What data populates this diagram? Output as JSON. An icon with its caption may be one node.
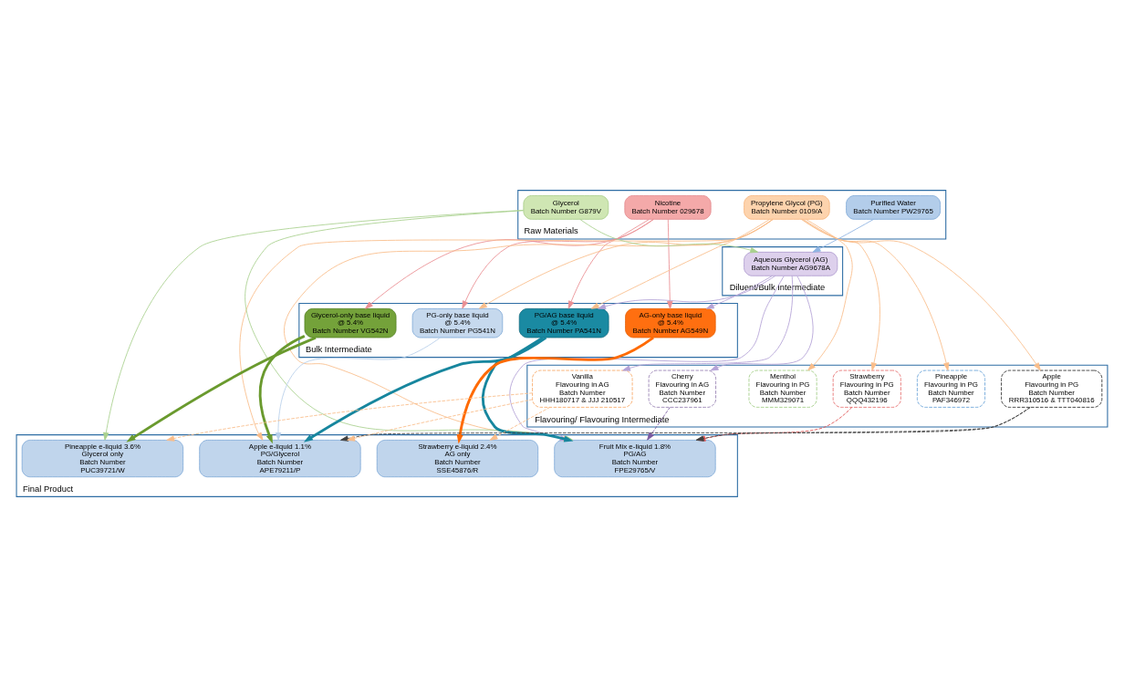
{
  "diagram": {
    "nodes": [
      {
        "text": [
          "Raw Materials"
        ]
      },
      {
        "text": [
          "Diluent/Bulk Intermediate"
        ]
      },
      {
        "text": [
          "Bulk Intermediate"
        ]
      },
      {
        "text": [
          "Flavouring/ Flavouring Intermediate"
        ]
      },
      {
        "text": [
          "Final Product"
        ]
      },
      {
        "text": [
          "Nicotine",
          "Batch Number 029678"
        ],
        "in": 0
      },
      {
        "text": [
          "Propylene Glycol (PG)",
          "Batch Number 0109/A"
        ],
        "in": 0
      },
      {
        "text": [
          "Glycerol",
          "Batch Number G879V"
        ],
        "in": 0
      },
      {
        "text": [
          "Purified Water",
          "Batch Number PW29765"
        ],
        "in": 0
      },
      {
        "text": [
          "Aqueous Glycerol (AG)",
          "Batch Number AG9678A"
        ],
        "in": 1
      },
      {
        "text": [
          "PG-only base liquid",
          "@ 5.4%",
          "Batch Number PG541N"
        ],
        "in": 2
      },
      {
        "text": [
          "Glycerol-only base liquid",
          "@ 5.4%",
          "Batch Number VG542N"
        ],
        "in": 2
      },
      {
        "text": [
          "PG/AG base liquid",
          "@ 5.4%",
          "Batch Number PA541N"
        ],
        "in": 2
      },
      {
        "text": [
          "AG-only base liquid",
          "@ 5.4%",
          "Batch Number AG549N"
        ],
        "in": 2
      },
      {
        "text": [
          "Menthol",
          "Flavouring in PG",
          "Batch Number",
          "MMM329071"
        ],
        "in": 3
      },
      {
        "text": [
          "Strawberry",
          "Flavouring in PG",
          "Batch Number",
          "QQQ432196"
        ],
        "in": 3
      },
      {
        "text": [
          "Pineapple",
          "Flavouring in PG",
          "Batch Number",
          "PAF346972"
        ],
        "in": 3
      },
      {
        "text": [
          "Apple",
          "Flavouring in PG",
          "Batch Number",
          "RRR310516 & TTT040816"
        ],
        "in": 3
      },
      {
        "text": [
          "Cherry",
          "Flavouring in AG",
          "Batch Number",
          "CCC237961"
        ],
        "in": 3
      },
      {
        "text": [
          "Vanilla",
          "Flavouring in AG",
          "Batch Number",
          "HHH180717 & JJJ 210517"
        ],
        "in": 3
      },
      {
        "text": [
          "Apple e-liquid 1.1%",
          "PG/Glycerol",
          "Batch Number",
          "APE79211/P"
        ],
        "in": 4
      },
      {
        "text": [
          "Pineapple e-liquid 3.6%",
          "Glycerol only",
          "Batch Number",
          "PUC39721/W"
        ],
        "in": 4
      },
      {
        "text": [
          "Fruit Mix e-liquid 1.8%",
          "PG/AG",
          "Batch Number",
          "FPE29765/V"
        ],
        "in": 4
      },
      {
        "text": [
          "Strawberry e-liquid 2.4%",
          "AG only",
          "Batch Number",
          "SSE45876/R"
        ],
        "in": 4
      }
    ],
    "edges": [
      {
        "from": 5,
        "to": 10,
        "arrow": "to",
        "color": "#ea8f93"
      },
      {
        "from": 5,
        "to": 11,
        "arrow": "to",
        "color": "#ea8f93"
      },
      {
        "from": 5,
        "to": 12,
        "arrow": "to",
        "color": "#ea8f93"
      },
      {
        "from": 5,
        "to": 13,
        "arrow": "to",
        "color": "#ea8f93"
      },
      {
        "from": 6,
        "to": 10,
        "arrow": "to",
        "color": "#f9bd8a"
      },
      {
        "from": 6,
        "to": 12,
        "arrow": "to",
        "color": "#f9bd8a"
      },
      {
        "from": 7,
        "to": 9,
        "arrow": "to",
        "color": "#a9d18e"
      },
      {
        "from": 8,
        "to": 9,
        "arrow": "to",
        "color": "#8db3e2"
      },
      {
        "from": 9,
        "to": 12,
        "arrow": "to",
        "color": "#b4a2d6"
      },
      {
        "from": 9,
        "to": 13,
        "arrow": "to",
        "color": "#b4a2d6"
      },
      {
        "from": 9,
        "to": 18,
        "arrow": "to",
        "color": "#b4a2d6"
      },
      {
        "from": 9,
        "to": 19,
        "arrow": "to",
        "color": "#b4a2d6"
      },
      {
        "from": 6,
        "to": 14,
        "arrow": "to",
        "color": "#f9bd8a"
      },
      {
        "from": 6,
        "to": 15,
        "arrow": "to",
        "color": "#f9bd8a"
      },
      {
        "from": 6,
        "to": 16,
        "arrow": "to",
        "color": "#f9bd8a"
      },
      {
        "from": 6,
        "to": 17,
        "arrow": "to",
        "color": "#f9bd8a"
      },
      {
        "from": 10,
        "to": 20,
        "arrow": "to",
        "color": "#b8d0ea"
      },
      {
        "from": 6,
        "to": 20,
        "arrow": "to",
        "color": "#f9bd8a"
      },
      {
        "from": 11,
        "to": 20,
        "arrow": "to",
        "style": "thick",
        "color": "#6a9a2e"
      },
      {
        "from": 12,
        "to": 20,
        "arrow": "to",
        "style": "thick",
        "color": "#17869e"
      },
      {
        "from": 19,
        "to": 20,
        "arrow": "to",
        "style": "dashed",
        "color": "#f9bd8a"
      },
      {
        "from": 17,
        "to": 20,
        "arrow": "to",
        "style": "dashed",
        "color": "#404040"
      },
      {
        "from": 11,
        "to": 21,
        "arrow": "to",
        "style": "thick",
        "color": "#6a9a2e"
      },
      {
        "from": 19,
        "to": 21,
        "arrow": "to",
        "style": "dashed",
        "color": "#f9bd8a"
      },
      {
        "from": 7,
        "to": 21,
        "arrow": "to",
        "color": "#a9d18e"
      },
      {
        "from": 7,
        "to": 22,
        "arrow": "to",
        "color": "#a9d18e"
      },
      {
        "from": 15,
        "to": 22,
        "arrow": "to",
        "style": "dashed",
        "color": "#e05050"
      },
      {
        "from": 6,
        "to": 22,
        "arrow": "to",
        "color": "#f9bd8a"
      },
      {
        "from": 17,
        "to": 22,
        "arrow": "to",
        "style": "dashed",
        "color": "#404040"
      },
      {
        "from": 12,
        "to": 22,
        "arrow": "to",
        "style": "thick",
        "color": "#17869e"
      },
      {
        "from": 9,
        "to": 22,
        "arrow": "to",
        "color": "#b4a2d6"
      },
      {
        "from": 18,
        "to": 22,
        "arrow": "to",
        "style": "dashed",
        "color": "#7a5aa0"
      },
      {
        "from": 13,
        "to": 23,
        "arrow": "to",
        "style": "thick",
        "color": "#ff6a00"
      },
      {
        "from": 19,
        "to": 23,
        "arrow": "to",
        "style": "dashed",
        "color": "#f9bd8a"
      }
    ]
  }
}
